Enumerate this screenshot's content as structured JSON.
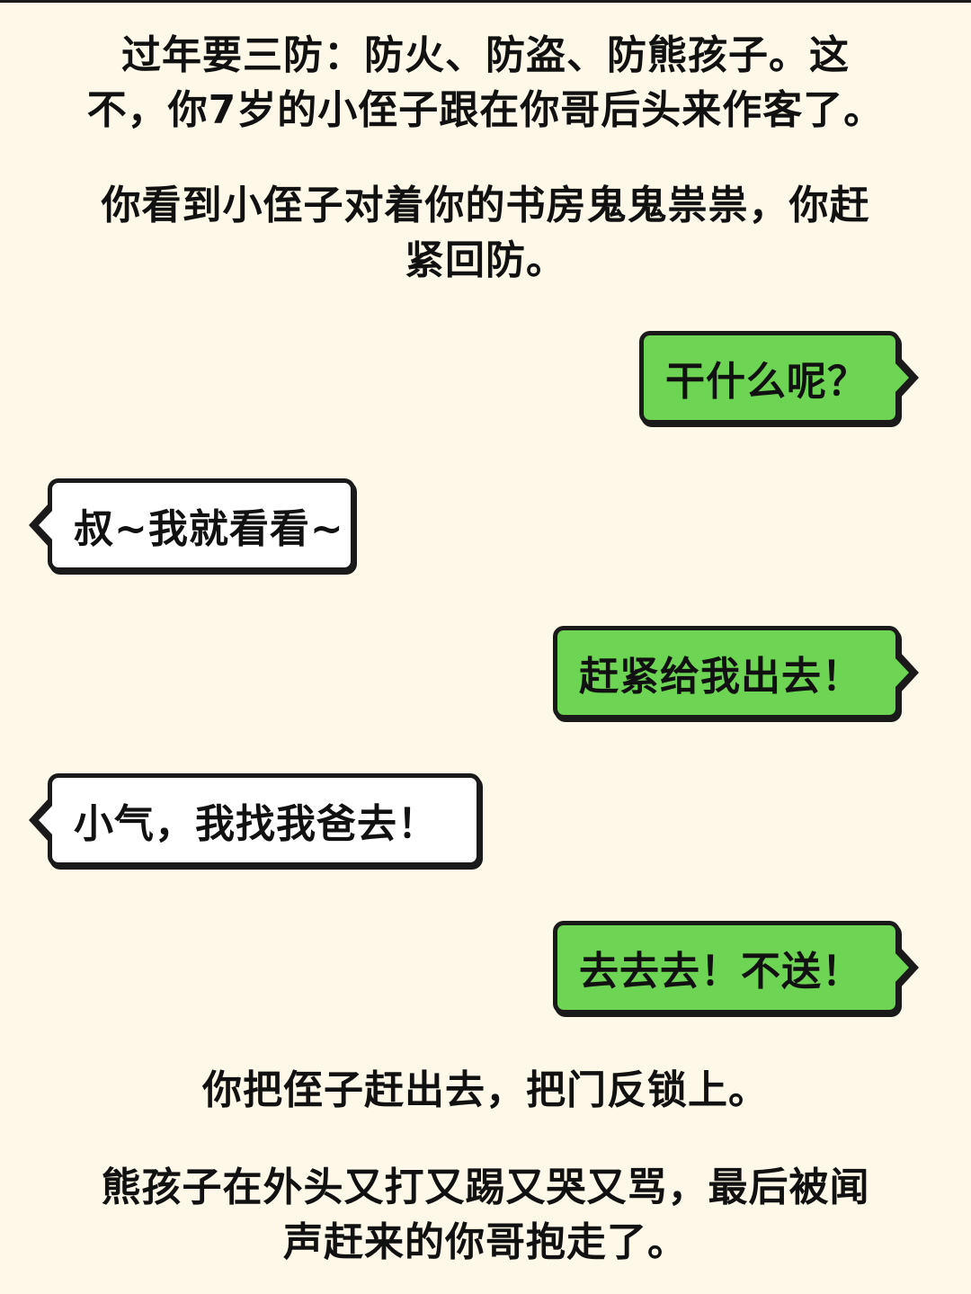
{
  "story": {
    "intro_line1": "过年要三防：防火、防盗、防熊孩子。这",
    "intro_line2": "不，你7岁的小侄子跟在你哥后头来作客了。",
    "scene_line1": "你看到小侄子对着你的书房鬼鬼祟祟，你赶",
    "scene_line2": "紧回防。",
    "outcome": "你把侄子赶出去，把门反锁上。",
    "ending_line1": "熊孩子在外头又打又踢又哭又骂，最后被闻",
    "ending_line2": "声赶来的你哥抱走了。"
  },
  "messages": [
    {
      "speaker": "me",
      "text": "干什么呢？"
    },
    {
      "speaker": "other",
      "text": "叔~我就看看~"
    },
    {
      "speaker": "me",
      "text": "赶紧给我出去！"
    },
    {
      "speaker": "other",
      "text": "小气，我找我爸去！"
    },
    {
      "speaker": "me",
      "text": "去去去！不送！"
    }
  ],
  "colors": {
    "background": "#fdf8e7",
    "my_bubble": "#6ed453",
    "other_bubble": "#ffffff",
    "outline": "#1a1a1a"
  }
}
